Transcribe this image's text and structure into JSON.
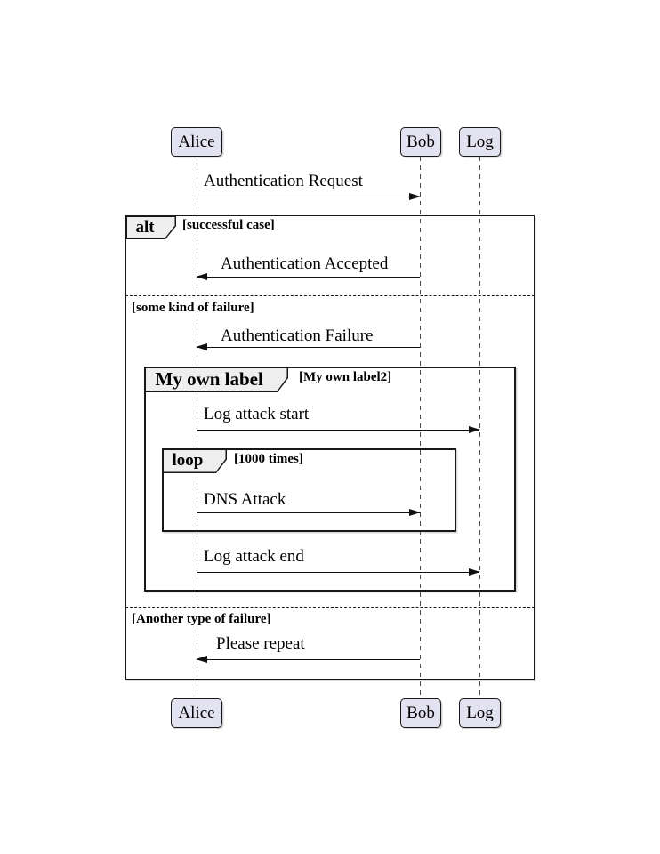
{
  "diagram": {
    "type": "uml-sequence-diagram",
    "participants": [
      {
        "name": "Alice"
      },
      {
        "name": "Bob"
      },
      {
        "name": "Log"
      }
    ],
    "messages": {
      "auth_request": {
        "text": "Authentication Request",
        "from": "Alice",
        "to": "Bob"
      },
      "auth_accepted": {
        "text": "Authentication Accepted",
        "from": "Bob",
        "to": "Alice"
      },
      "auth_failure": {
        "text": "Authentication Failure",
        "from": "Bob",
        "to": "Alice"
      },
      "log_attack_start": {
        "text": "Log attack start",
        "from": "Alice",
        "to": "Log"
      },
      "dns_attack": {
        "text": "DNS Attack",
        "from": "Alice",
        "to": "Bob"
      },
      "log_attack_end": {
        "text": "Log attack end",
        "from": "Alice",
        "to": "Log"
      },
      "please_repeat": {
        "text": "Please repeat",
        "from": "Bob",
        "to": "Alice"
      }
    },
    "frames": {
      "alt": {
        "label": "alt",
        "guard": "[successful case]"
      },
      "else1": {
        "guard": "[some kind of failure]"
      },
      "group": {
        "label": "My own label",
        "guard": "[My own label2]"
      },
      "loop": {
        "label": "loop",
        "guard": "[1000 times]"
      },
      "else2": {
        "guard": "[Another type of failure]"
      }
    },
    "colors": {
      "participant_fill": "#E2E2F0",
      "frame_label_fill": "#EEEEEE",
      "border": "#181818",
      "background": "#FFFFFF"
    }
  }
}
